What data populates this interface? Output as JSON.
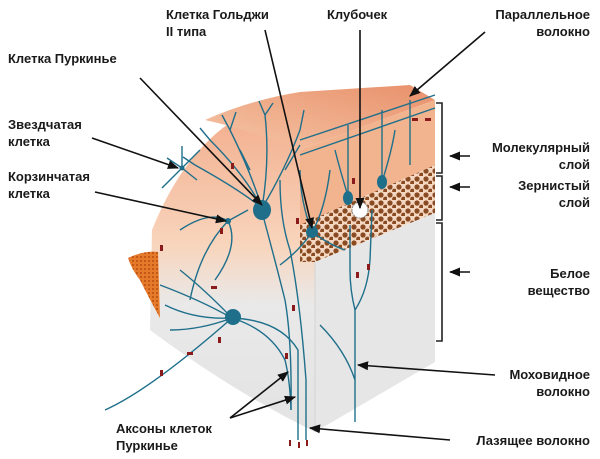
{
  "labels": {
    "golgi": [
      "Клетка Гольджи",
      "II типа"
    ],
    "glomerulus": "Клубочек",
    "parallel_fiber": [
      "Параллельное",
      "волокно"
    ],
    "purkinje_cell": "Клетка Пуркинье",
    "stellate_cell": [
      "Звездчатая",
      "клетка"
    ],
    "basket_cell": [
      "Корзинчатая",
      "клетка"
    ],
    "molecular_layer": [
      "Молекулярный",
      "слой"
    ],
    "granular_layer": [
      "Зернистый",
      "слой"
    ],
    "white_matter": [
      "Белое",
      "вещество"
    ],
    "mossy_fiber": [
      "Моховидное",
      "волокно"
    ],
    "purkinje_axons": [
      "Аксоны клеток",
      "Пуркинье"
    ],
    "climbing_fiber": "Лазящее волокно"
  },
  "colors": {
    "molecular": "#f2b48f",
    "top": "#e88f6a",
    "granular_dots": "#8a4a22",
    "white_matter": "#e6e6e6",
    "neuron": "#1f6f8b",
    "arrow": "#8b1a1a",
    "leader": "#111111"
  }
}
